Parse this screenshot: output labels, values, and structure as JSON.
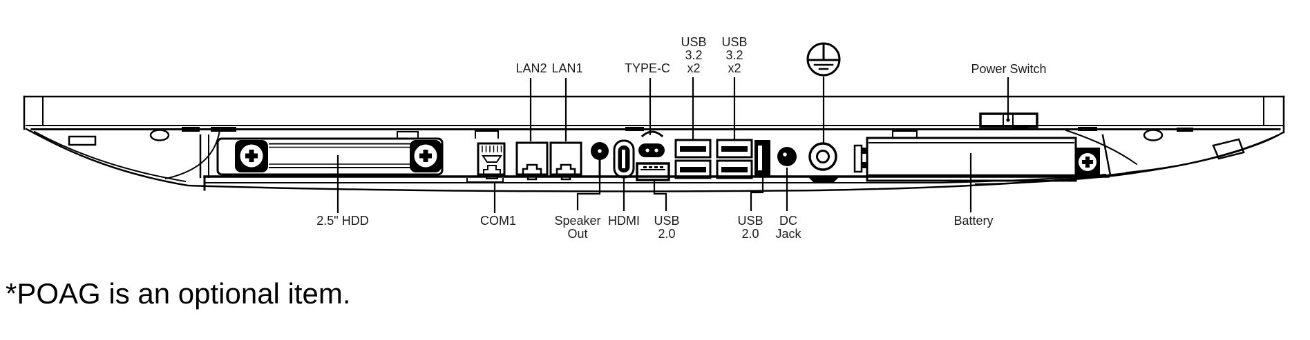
{
  "note": "*POAG is an optional item.",
  "colors": {
    "line": "#000000",
    "label_text": "#1b1b1b",
    "note_text": "#000000",
    "background": "#ffffff"
  },
  "diagram": {
    "type": "hardware-port-callout",
    "view": "panel-pc bottom I/O view",
    "top_callouts": {
      "lan2": "LAN2",
      "lan1": "LAN1",
      "type_c": "TYPE-C",
      "usb32_left": {
        "line1": "USB",
        "line2": "3.2",
        "line3": "x2"
      },
      "usb32_right": {
        "line1": "USB",
        "line2": "3.2",
        "line3": "x2"
      },
      "earth_icon": "protective-earth-ground-symbol",
      "power_switch": "Power Switch"
    },
    "bottom_callouts": {
      "hdd": "2.5\" HDD",
      "com1": "COM1",
      "speaker_out": {
        "line1": "Speaker",
        "line2": "Out"
      },
      "hdmi": "HDMI",
      "usb20_left": {
        "line1": "USB",
        "line2": "2.0"
      },
      "usb20_right": {
        "line1": "USB",
        "line2": "2.0"
      },
      "dc_jack": {
        "line1": "DC",
        "line2": "Jack"
      },
      "battery": "Battery"
    }
  }
}
